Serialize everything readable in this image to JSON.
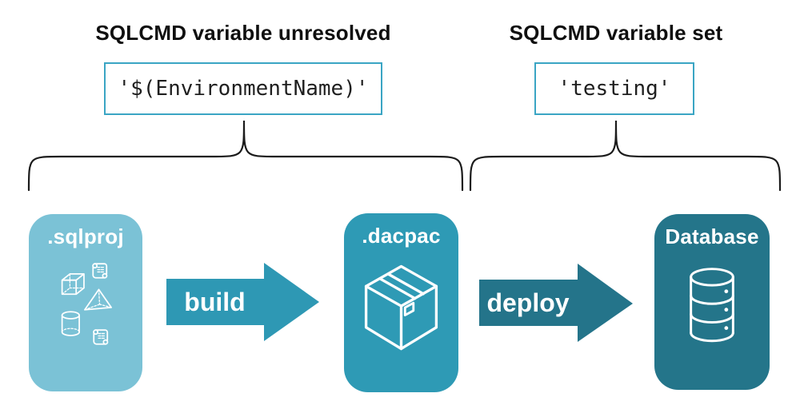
{
  "annotations": {
    "left": {
      "title": "SQLCMD variable unresolved",
      "value": "'$(EnvironmentName)'"
    },
    "right": {
      "title": "SQLCMD variable set",
      "value": "'testing'"
    }
  },
  "pipeline": {
    "nodes": [
      {
        "id": "sqlproj",
        "label": ".sqlproj",
        "color": "#7BC2D6",
        "icon": "sql-objects-icon"
      },
      {
        "id": "dacpac",
        "label": ".dacpac",
        "color": "#2E9AB5",
        "icon": "package-icon"
      },
      {
        "id": "database",
        "label": "Database",
        "color": "#24758A",
        "icon": "database-icon"
      }
    ],
    "arrows": [
      {
        "id": "build",
        "label": "build",
        "color": "#2E98B4"
      },
      {
        "id": "deploy",
        "label": "deploy",
        "color": "#24748A"
      }
    ]
  },
  "colors": {
    "value_box_border": "#3AA5C4",
    "brace_stroke": "#1B1B1B",
    "canvas_background": "#FFFFFF",
    "icon_stroke": "#FFFFFF",
    "heading_text": "#0F0F0F"
  }
}
